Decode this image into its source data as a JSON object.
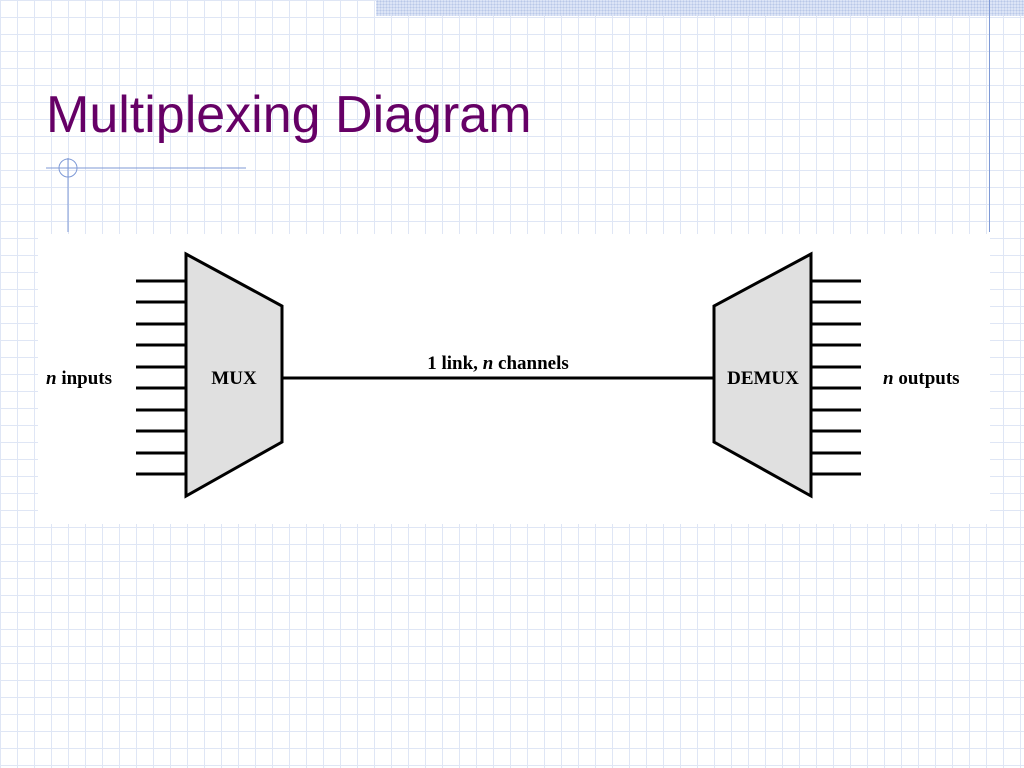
{
  "slide": {
    "title": "Multiplexing Diagram"
  },
  "diagram": {
    "mux_label": "MUX",
    "demux_label": "DEMUX",
    "inputs_label": {
      "variable": "n",
      "text": " inputs"
    },
    "outputs_label": {
      "variable": "n",
      "text": " outputs"
    },
    "link_label": {
      "prefix": "1 link, ",
      "variable": "n",
      "suffix": " channels"
    },
    "input_line_count": 10,
    "output_line_count": 10
  },
  "colors": {
    "title": "#660066",
    "grid": "#dfe6f5",
    "accent_rule": "#7f9ad6",
    "trapezoid_fill": "#e0e0e0",
    "stroke": "#000000"
  }
}
